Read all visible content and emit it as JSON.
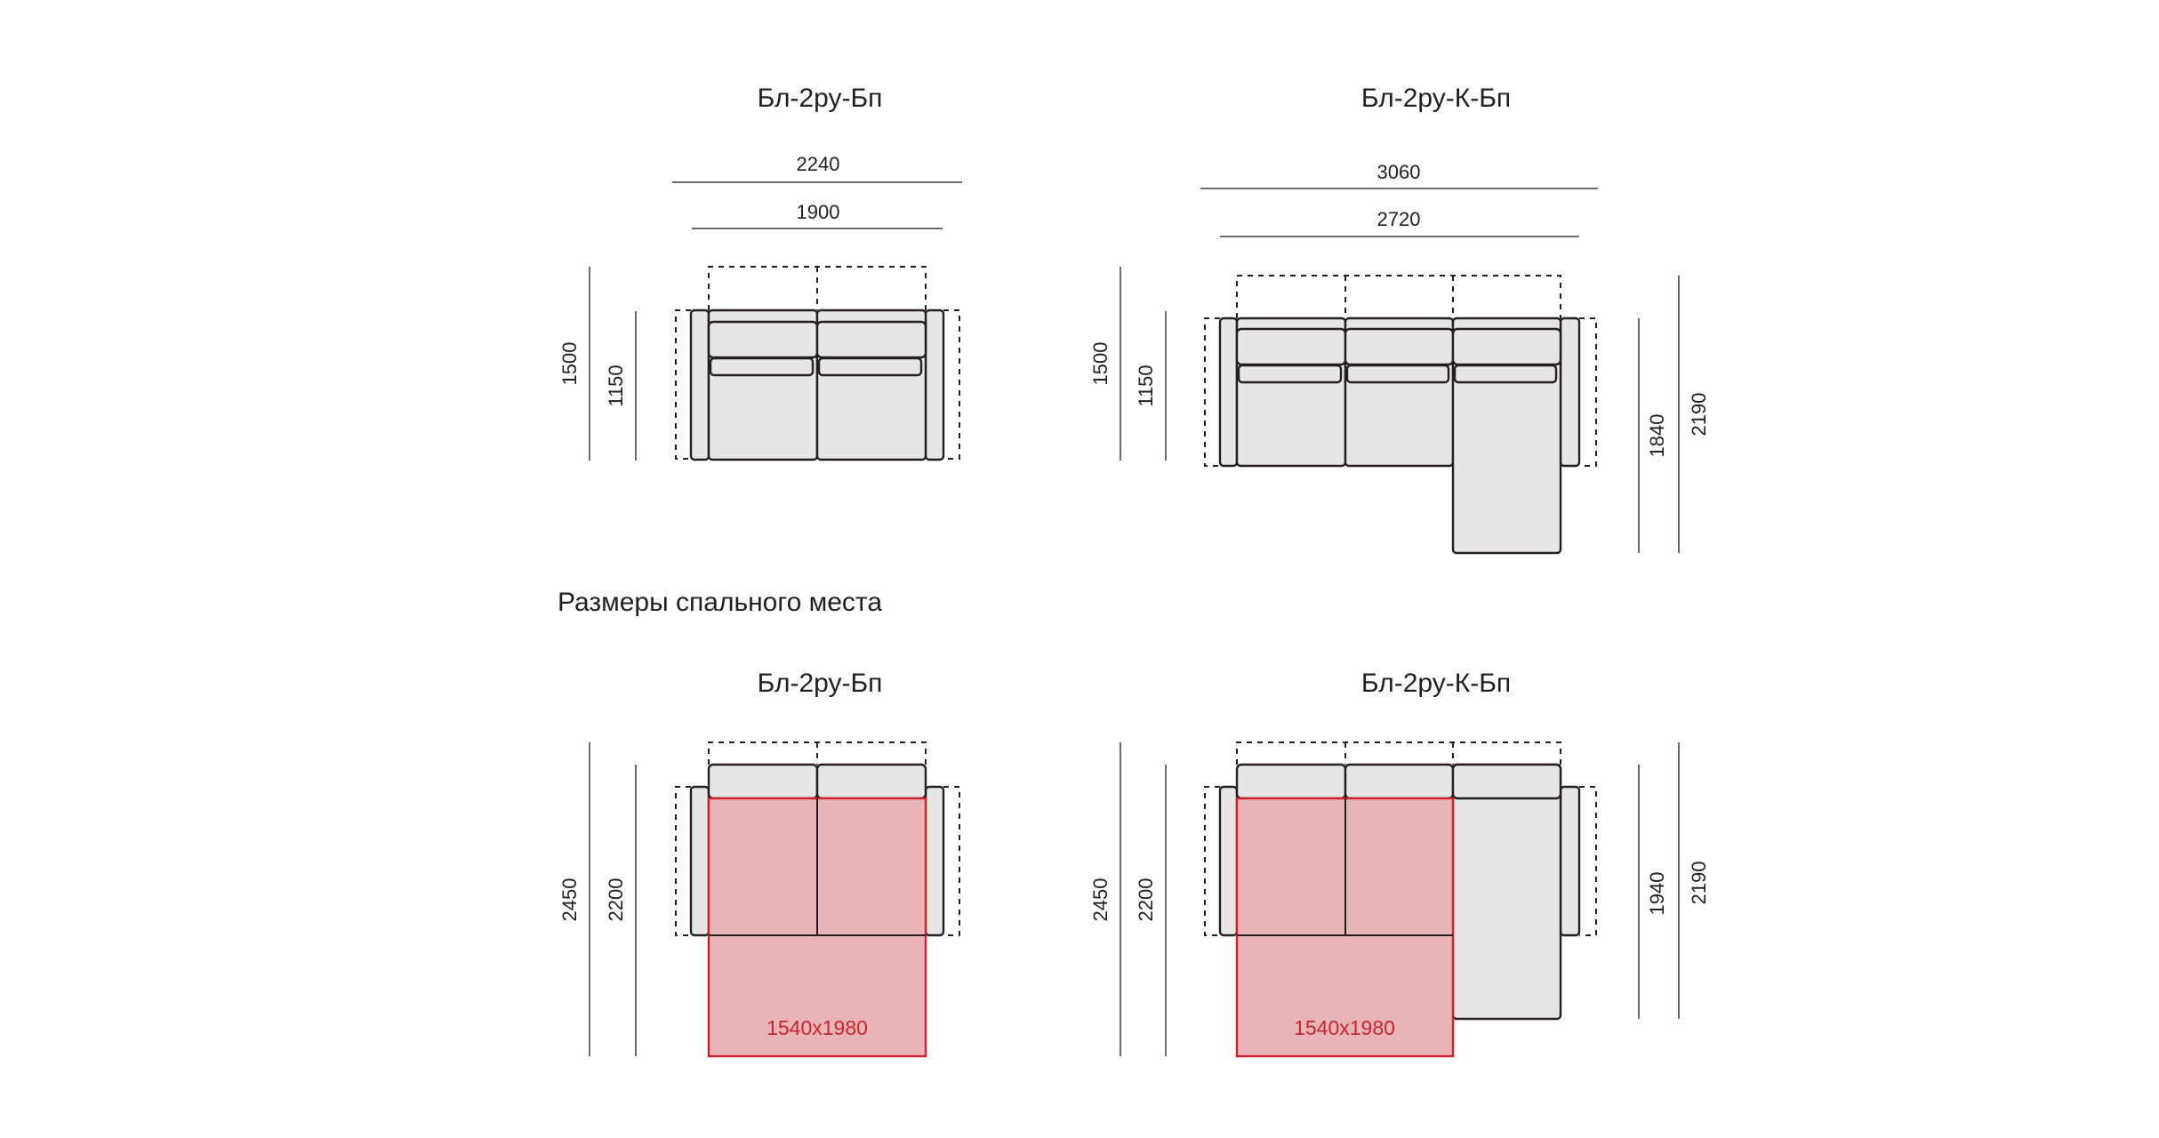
{
  "top": {
    "left": {
      "title": "Бл-2ру-Бп",
      "width_total": "2240",
      "width_inner": "1900",
      "depth_total": "1500",
      "depth_inner": "1150"
    },
    "right": {
      "title": "Бл-2ру-К-Бп",
      "width_total": "3060",
      "width_inner": "2720",
      "depth_total": "1500",
      "depth_inner": "1150",
      "chaise_inner": "1840",
      "chaise_total": "2190"
    }
  },
  "section_title": "Размеры спального места",
  "bottom": {
    "left": {
      "title": "Бл-2ру-Бп",
      "length_total": "2450",
      "length_inner": "2200",
      "bed_size": "1540x1980"
    },
    "right": {
      "title": "Бл-2ру-К-Бп",
      "length_total": "2450",
      "length_inner": "2200",
      "chaise_inner": "1940",
      "chaise_total": "2190",
      "bed_size": "1540x1980"
    }
  },
  "colors": {
    "line": "#231f20",
    "cushion_fill": "#e6e6e6",
    "sleep_fill": "#e8b4b8",
    "sleep_stroke": "#d32027",
    "sleep_text": "#c8262c"
  }
}
